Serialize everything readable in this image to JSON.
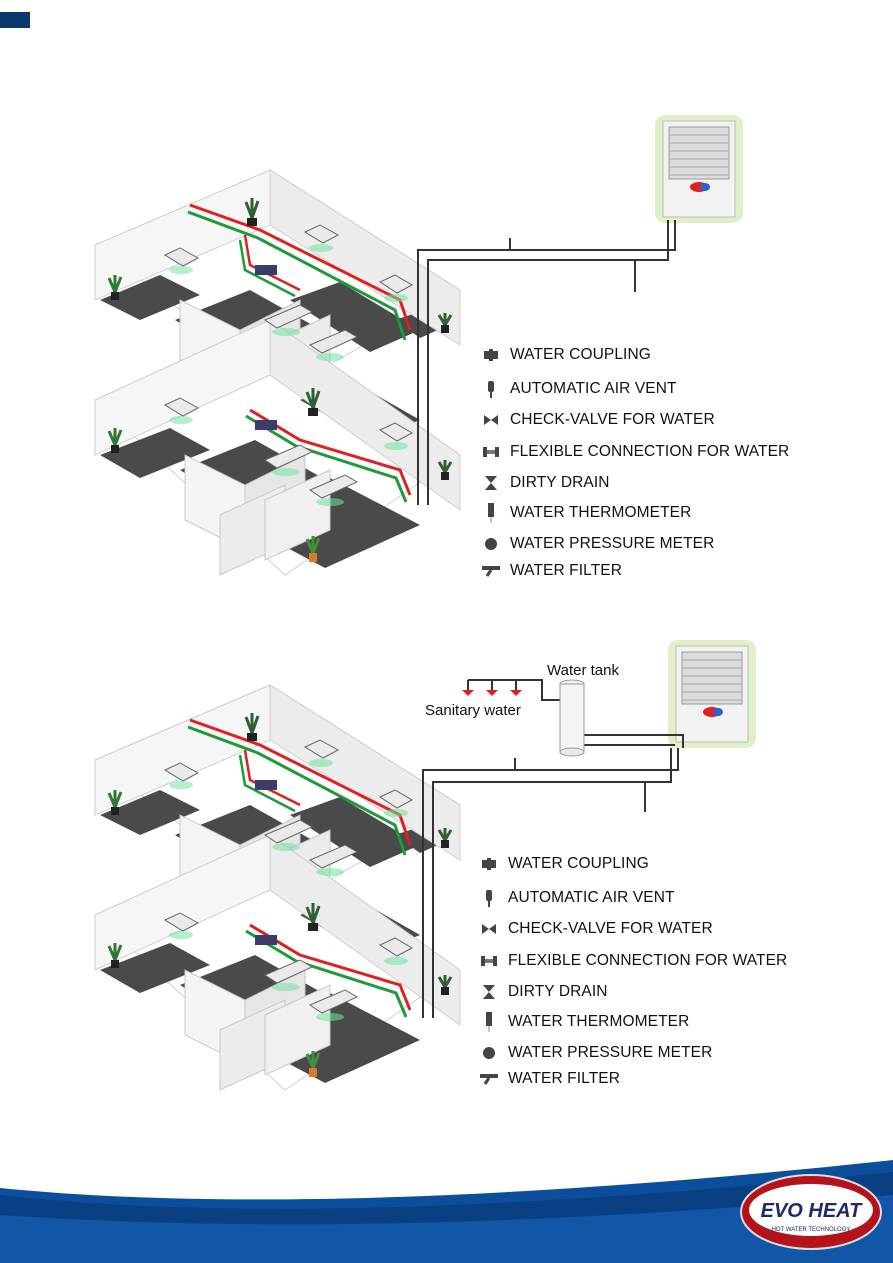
{
  "legend_top": [
    {
      "icon": "water-coupling-icon",
      "label": "WATER COUPLING"
    },
    {
      "icon": "automatic-air-vent-icon",
      "label": "AUTOMATIC AIR VENT"
    },
    {
      "icon": "check-valve-icon",
      "label": "CHECK-VALVE FOR WATER"
    },
    {
      "icon": "flexible-connection-icon",
      "label": "FLEXIBLE CONNECTION FOR WATER"
    },
    {
      "icon": "dirty-drain-icon",
      "label": "DIRTY DRAIN"
    },
    {
      "icon": "water-thermometer-icon",
      "label": "WATER  THERMOMETER"
    },
    {
      "icon": "water-pressure-meter-icon",
      "label": "WATER PRESSURE METER"
    },
    {
      "icon": "water-filter-icon",
      "label": "WATER FILTER"
    }
  ],
  "legend_bottom": [
    {
      "icon": "water-coupling-icon",
      "label": "WATER COUPLING"
    },
    {
      "icon": "automatic-air-vent-icon",
      "label": "AUTOMATIC AIR VENT"
    },
    {
      "icon": "check-valve-icon",
      "label": "CHECK-VALVE FOR WATER"
    },
    {
      "icon": "flexible-connection-icon",
      "label": "FLEXIBLE CONNECTION FOR WATER"
    },
    {
      "icon": "dirty-drain-icon",
      "label": "DIRTY DRAIN"
    },
    {
      "icon": "water-thermometer-icon",
      "label": "WATER  THERMOMETER"
    },
    {
      "icon": "water-pressure-meter-icon",
      "label": "WATER PRESSURE METER"
    },
    {
      "icon": "water-filter-icon",
      "label": "WATER FILTER"
    }
  ],
  "tank": {
    "title": "Water tank",
    "sanitary": "Sanitary water"
  },
  "brand": {
    "logo_text": "EVO HEAT",
    "tagline": "HOT WATER TECHNOLOGY"
  },
  "colors": {
    "supply_pipe": "#e02020",
    "return_pipe": "#1f9a3a",
    "floor": "#4a4a4a",
    "footer_blue": "#0b4f9c",
    "unit_backdrop": "#dff0c8"
  }
}
